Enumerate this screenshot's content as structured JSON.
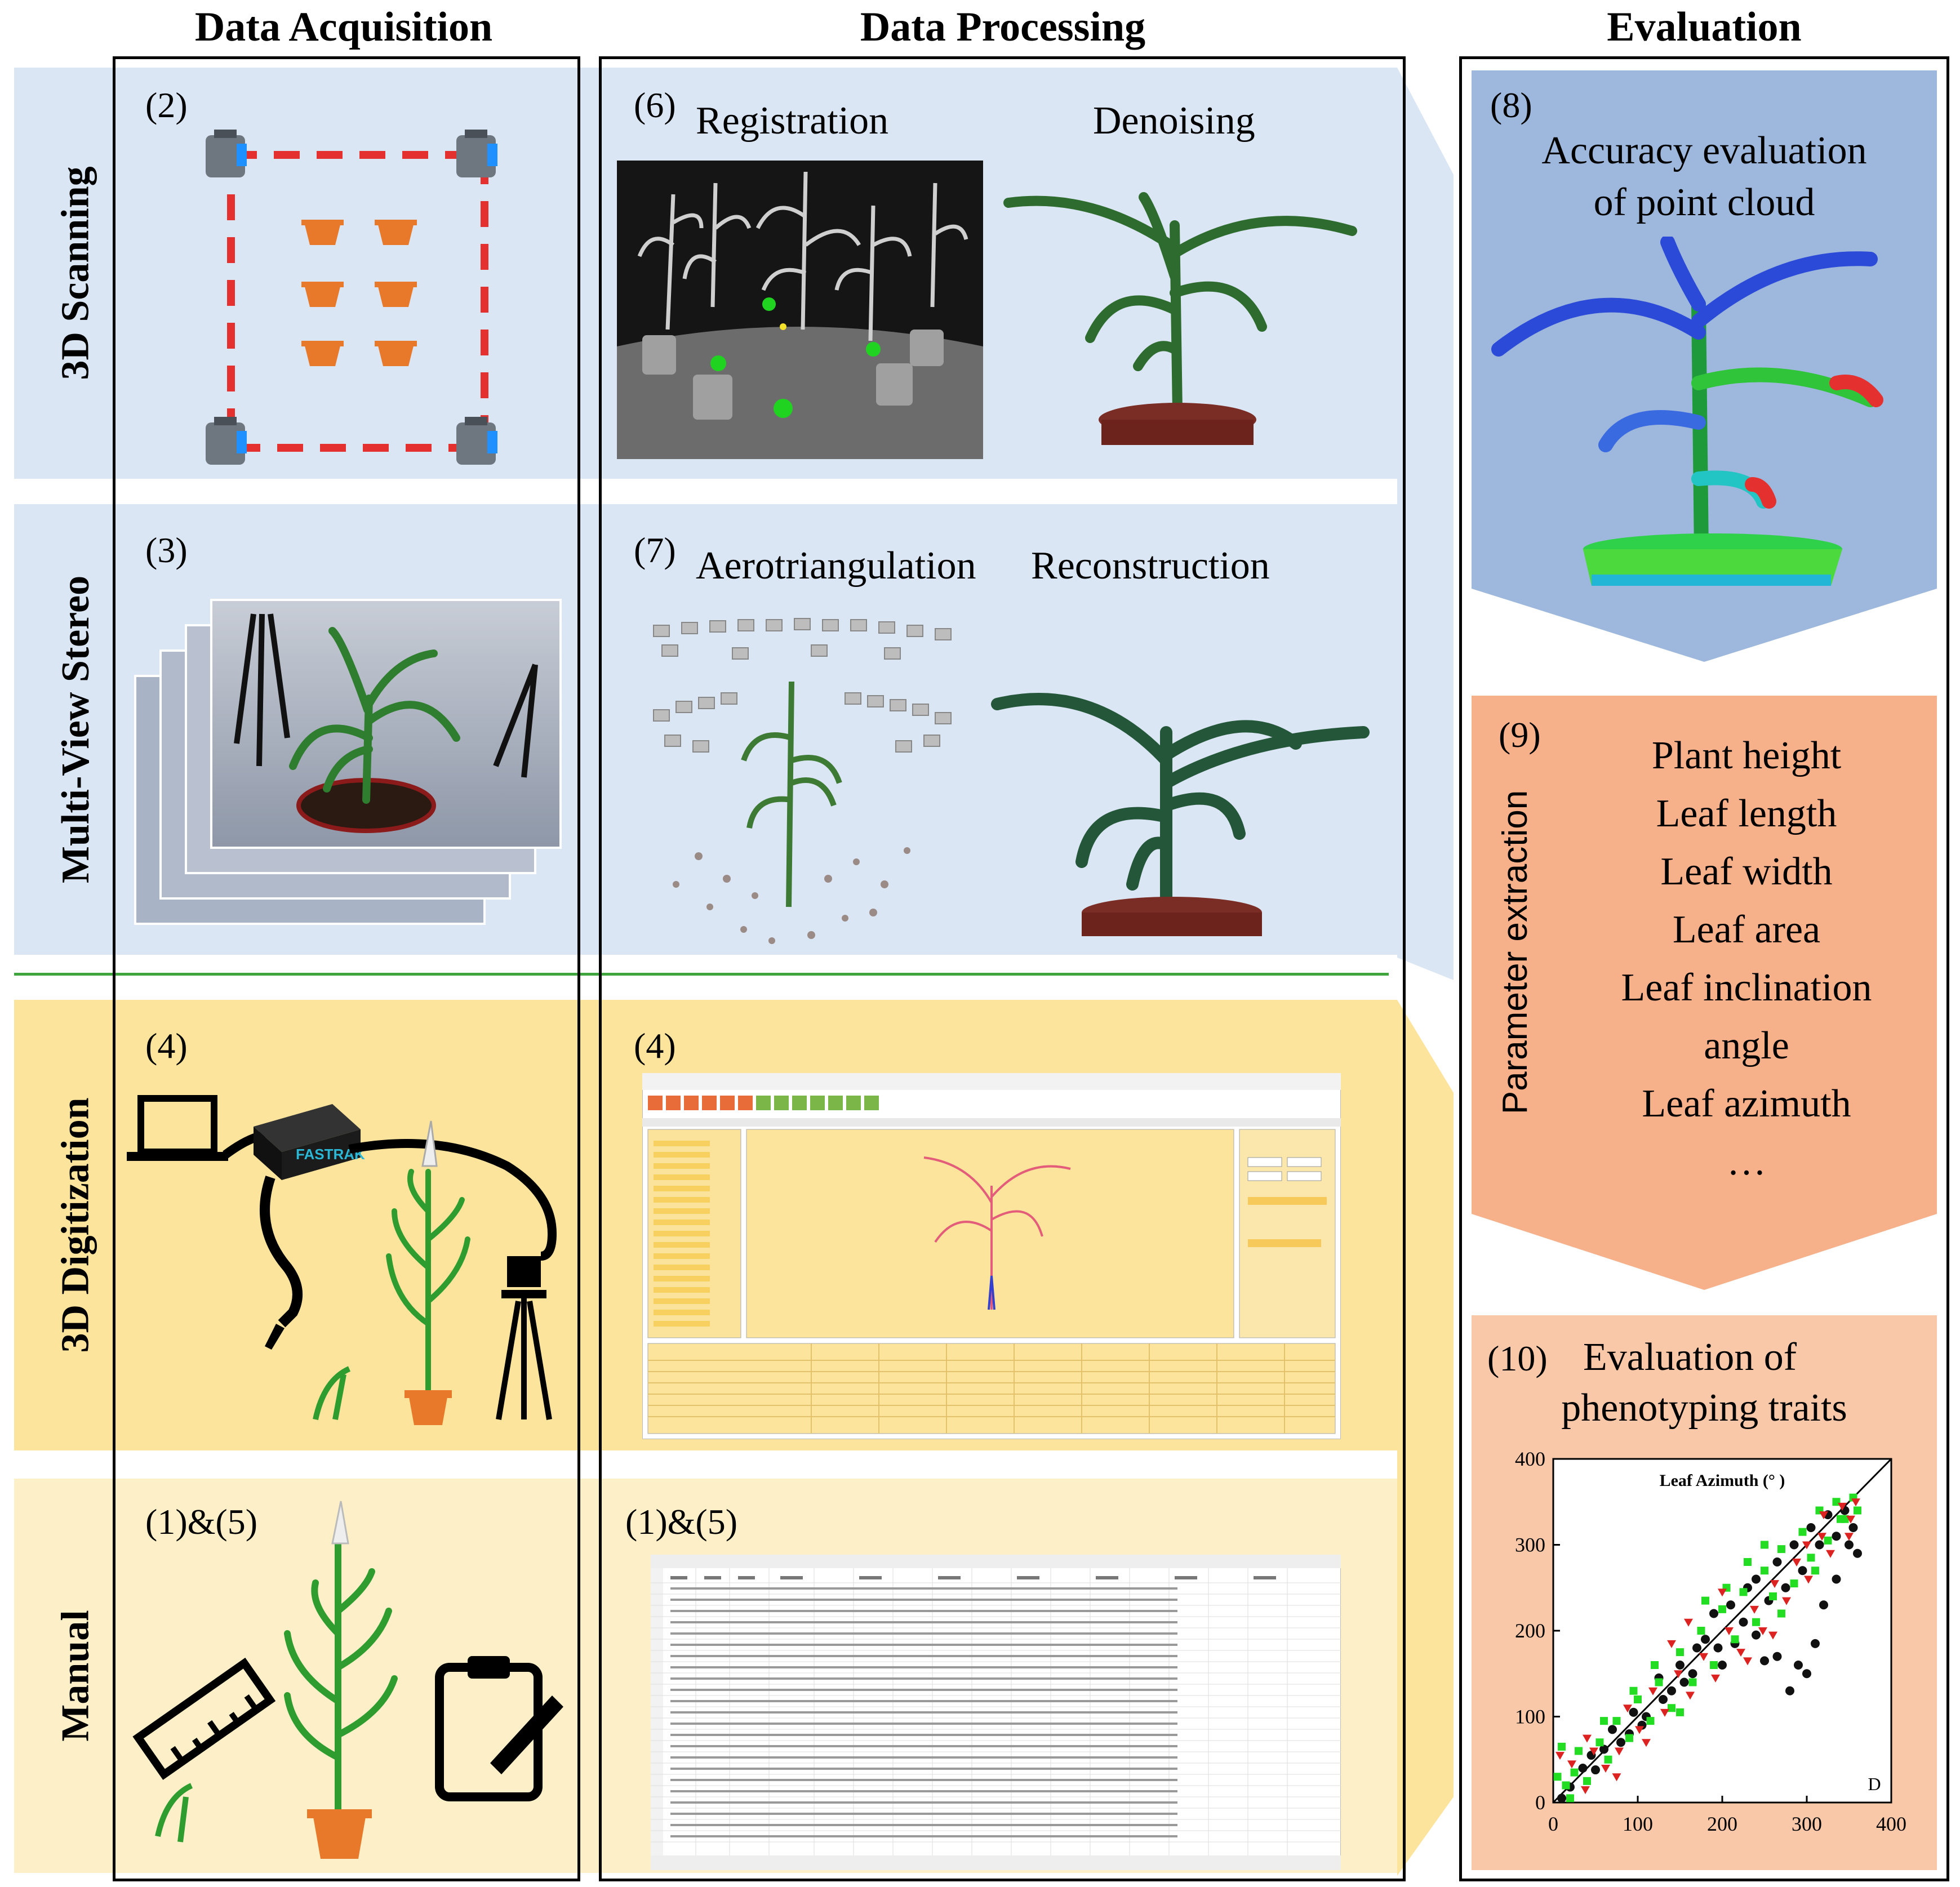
{
  "columns": {
    "acquisition": "Data Acquisition",
    "processing": "Data Processing",
    "evaluation": "Evaluation"
  },
  "rows": {
    "scanning": "3D Scanning",
    "mvs": "Multi-View Stereo",
    "digitization": "3D Digitization",
    "manual": "Manual"
  },
  "panels": {
    "p2": "(2)",
    "p3": "(3)",
    "p4a": "(4)",
    "p15a": "(1)&(5)",
    "p6": "(6)",
    "registration": "Registration",
    "denoising": "Denoising",
    "p7": "(7)",
    "aerotriangulation": "Aerotriangulation",
    "reconstruction": "Reconstruction",
    "p4b": "(4)",
    "p15b": "(1)&(5)",
    "p8": "(8)",
    "accuracy_1": "Accuracy  evaluation",
    "accuracy_2": "of point cloud",
    "p9": "(9)",
    "param_title": "Parameter extraction",
    "p10": "(10)",
    "eval_1": "Evaluation of",
    "eval_2": "phenotyping traits"
  },
  "parameters": [
    "Plant height",
    "Leaf length",
    "Leaf width",
    "Leaf area",
    "Leaf inclination",
    "angle",
    "Leaf azimuth",
    "…"
  ],
  "device_label": "FASTRAK",
  "colors": {
    "blue_band": "#dbe6f4",
    "yellow_band": "#fce49c",
    "light_yellow_band": "#fdf0c8",
    "eval_blue": "#9db8dc",
    "eval_orange": "#f6b08a",
    "eval_peach": "#f9c8a8",
    "pot": "#e8792a",
    "scanner_line": "#e53030",
    "plant": "#2f9c2f"
  },
  "chart_data": {
    "type": "scatter",
    "title": "Leaf Azimuth (°  )",
    "panel_letter": "D",
    "xlim": [
      0,
      400
    ],
    "ylim": [
      0,
      400
    ],
    "x_ticks": [
      0,
      100,
      200,
      300,
      400
    ],
    "y_ticks": [
      0,
      100,
      200,
      300,
      400
    ],
    "one_to_one_line": true,
    "series": [
      {
        "marker": "circle",
        "color": "#111111",
        "points": [
          [
            10,
            5
          ],
          [
            20,
            18
          ],
          [
            35,
            40
          ],
          [
            50,
            38
          ],
          [
            60,
            62
          ],
          [
            80,
            70
          ],
          [
            95,
            105
          ],
          [
            110,
            100
          ],
          [
            130,
            120
          ],
          [
            150,
            160
          ],
          [
            165,
            150
          ],
          [
            180,
            190
          ],
          [
            195,
            180
          ],
          [
            210,
            230
          ],
          [
            225,
            210
          ],
          [
            240,
            260
          ],
          [
            255,
            235
          ],
          [
            265,
            280
          ],
          [
            275,
            250
          ],
          [
            285,
            300
          ],
          [
            295,
            270
          ],
          [
            305,
            320
          ],
          [
            315,
            300
          ],
          [
            325,
            335
          ],
          [
            335,
            310
          ],
          [
            345,
            340
          ],
          [
            355,
            320
          ],
          [
            360,
            290
          ],
          [
            300,
            150
          ],
          [
            310,
            185
          ],
          [
            290,
            160
          ],
          [
            280,
            130
          ],
          [
            320,
            230
          ],
          [
            335,
            260
          ],
          [
            350,
            300
          ],
          [
            265,
            170
          ],
          [
            250,
            165
          ],
          [
            240,
            195
          ],
          [
            230,
            250
          ],
          [
            215,
            185
          ],
          [
            200,
            160
          ],
          [
            190,
            220
          ],
          [
            170,
            180
          ],
          [
            155,
            140
          ],
          [
            140,
            130
          ],
          [
            125,
            145
          ],
          [
            105,
            90
          ],
          [
            90,
            80
          ],
          [
            70,
            85
          ],
          [
            45,
            55
          ]
        ]
      },
      {
        "marker": "square",
        "color": "#22dd22",
        "points": [
          [
            5,
            30
          ],
          [
            15,
            20
          ],
          [
            25,
            35
          ],
          [
            40,
            25
          ],
          [
            55,
            70
          ],
          [
            65,
            50
          ],
          [
            75,
            95
          ],
          [
            90,
            75
          ],
          [
            100,
            120
          ],
          [
            115,
            95
          ],
          [
            125,
            140
          ],
          [
            140,
            110
          ],
          [
            150,
            175
          ],
          [
            165,
            140
          ],
          [
            175,
            200
          ],
          [
            190,
            160
          ],
          [
            200,
            225
          ],
          [
            215,
            190
          ],
          [
            225,
            245
          ],
          [
            240,
            210
          ],
          [
            250,
            270
          ],
          [
            260,
            240
          ],
          [
            270,
            295
          ],
          [
            285,
            255
          ],
          [
            295,
            315
          ],
          [
            305,
            285
          ],
          [
            315,
            340
          ],
          [
            325,
            305
          ],
          [
            335,
            350
          ],
          [
            345,
            330
          ],
          [
            355,
            355
          ],
          [
            360,
            340
          ],
          [
            150,
            105
          ],
          [
            180,
            235
          ],
          [
            120,
            160
          ],
          [
            230,
            280
          ],
          [
            270,
            220
          ],
          [
            310,
            270
          ],
          [
            60,
            95
          ],
          [
            30,
            60
          ],
          [
            10,
            65
          ],
          [
            95,
            130
          ],
          [
            205,
            250
          ],
          [
            250,
            300
          ],
          [
            340,
            330
          ],
          [
            20,
            5
          ]
        ]
      },
      {
        "marker": "triangle-down",
        "color": "#dd2222",
        "points": [
          [
            8,
            55
          ],
          [
            22,
            45
          ],
          [
            38,
            15
          ],
          [
            48,
            60
          ],
          [
            62,
            40
          ],
          [
            78,
            60
          ],
          [
            88,
            110
          ],
          [
            102,
            85
          ],
          [
            118,
            130
          ],
          [
            132,
            105
          ],
          [
            148,
            150
          ],
          [
            162,
            125
          ],
          [
            178,
            170
          ],
          [
            192,
            145
          ],
          [
            208,
            200
          ],
          [
            222,
            175
          ],
          [
            238,
            225
          ],
          [
            248,
            200
          ],
          [
            262,
            255
          ],
          [
            276,
            235
          ],
          [
            288,
            280
          ],
          [
            302,
            260
          ],
          [
            318,
            310
          ],
          [
            328,
            290
          ],
          [
            342,
            345
          ],
          [
            352,
            330
          ],
          [
            358,
            350
          ],
          [
            110,
            70
          ],
          [
            140,
            185
          ],
          [
            200,
            245
          ],
          [
            260,
            195
          ],
          [
            300,
            300
          ],
          [
            160,
            210
          ],
          [
            75,
            30
          ],
          [
            40,
            75
          ],
          [
            230,
            165
          ],
          [
            320,
            335
          ],
          [
            350,
            310
          ]
        ]
      }
    ]
  }
}
